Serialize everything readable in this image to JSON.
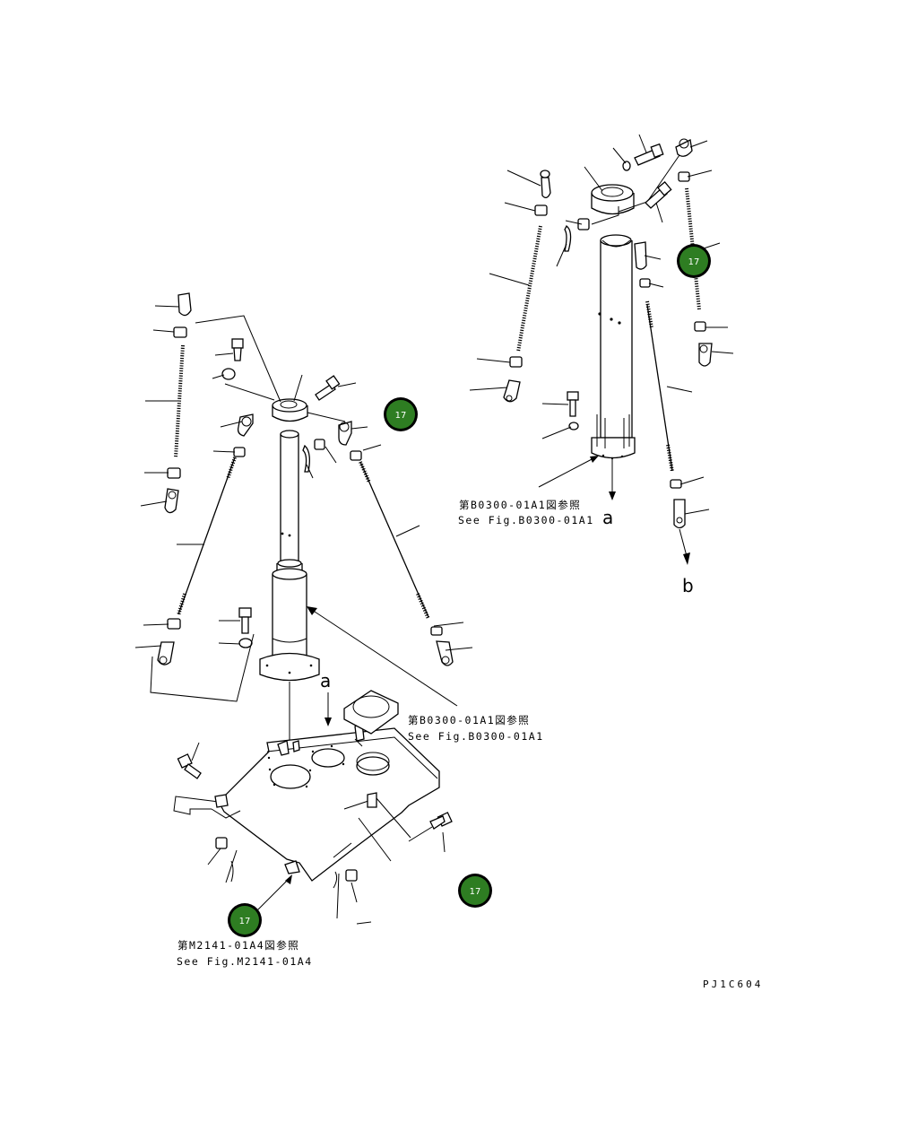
{
  "callouts": [
    {
      "label": "17",
      "color": "#2e7d22"
    },
    {
      "label": "17",
      "color": "#2e7d22"
    },
    {
      "label": "17",
      "color": "#2e7d22"
    },
    {
      "label": "17",
      "color": "#2e7d22"
    }
  ],
  "references": {
    "ref_a_top": {
      "jp": "第B0300-01A1図参照",
      "en": "See Fig.B0300-01A1"
    },
    "ref_center": {
      "jp": "第B0300-01A1図参照",
      "en": "See Fig.B0300-01A1"
    },
    "ref_bottom": {
      "jp": "第M2141-01A4図参照",
      "en": "See Fig.M2141-01A4"
    }
  },
  "markers": {
    "a_top": "a",
    "b_top": "b",
    "a_mid": "a",
    "b_mid": "b"
  },
  "drawing_code": "PJ1C604",
  "colors": {
    "line": "#000000",
    "callout_fill": "#2e7d22",
    "callout_ring": "#000000",
    "background": "#ffffff"
  }
}
